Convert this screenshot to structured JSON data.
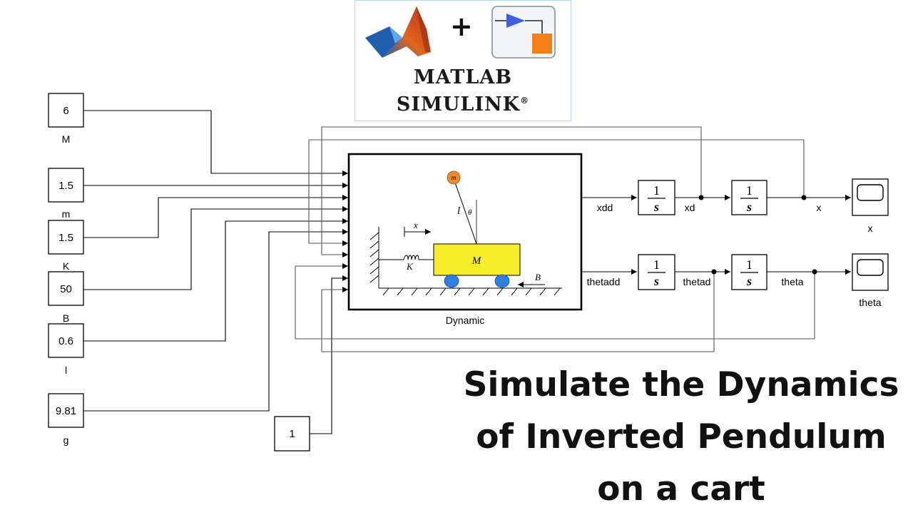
{
  "logo": {
    "plus": "+",
    "line1": "MATLAB",
    "line2": "SIMULINK",
    "reg": "®"
  },
  "constants": [
    {
      "value": "6",
      "label": "M"
    },
    {
      "value": "1.5",
      "label": "m"
    },
    {
      "value": "1.5",
      "label": "K"
    },
    {
      "value": "50",
      "label": "B"
    },
    {
      "value": "0.6",
      "label": "l"
    },
    {
      "value": "9.81",
      "label": "g"
    }
  ],
  "extra_constant": {
    "value": "1"
  },
  "subsystem": {
    "name": "Dynamic",
    "mass_cart": "M",
    "mass_bob": "m",
    "length": "l",
    "angle": "θ",
    "position": "x",
    "spring": "K",
    "damper": "B"
  },
  "integrator": {
    "numerator": "1",
    "denominator": "s"
  },
  "signals": {
    "xdd": "xdd",
    "xd": "xd",
    "x": "x",
    "thetadd": "thetadd",
    "thetad": "thetad",
    "theta": "theta"
  },
  "scopes": [
    {
      "label": "x"
    },
    {
      "label": "theta"
    }
  ],
  "headline": [
    "Simulate the Dynamics",
    "of Inverted Pendulum",
    "on a cart"
  ],
  "colors": {
    "cart": "#f6ed2b",
    "wheels": "#2f7fde",
    "bob": "#ef8a2e",
    "simulink_arrow": "#3d5fe0",
    "simulink_square": "#f57f17"
  }
}
